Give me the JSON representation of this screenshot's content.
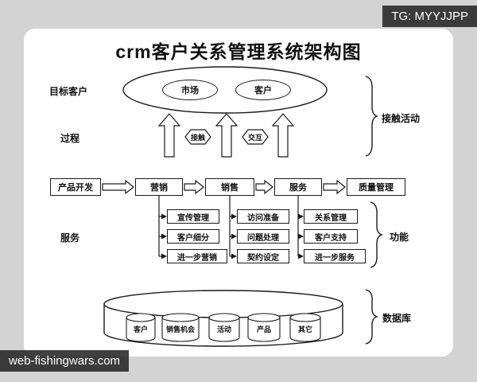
{
  "watermarks": {
    "top_right": "TG: MYYJJPP",
    "bottom_left": "web-fishingwars.com"
  },
  "diagram": {
    "title": "crm客户关系管理系统架构图",
    "side_labels": {
      "target_customers": "目标客户",
      "process": "过程",
      "services": "服务"
    },
    "bracket_labels": {
      "contact_activities": "接触活动",
      "functions": "功能",
      "database": "数据库"
    },
    "top_group": {
      "market": "市场",
      "customer": "客户"
    },
    "process_hexagons": {
      "left": "接触",
      "right": "交互"
    },
    "flow": {
      "product_dev": "产品开发",
      "marketing": "营销",
      "sales": "销售",
      "service": "服务",
      "quality": "质量管理"
    },
    "function_columns": {
      "marketing": [
        "宣传管理",
        "客户细分",
        "进一步营销"
      ],
      "sales": [
        "访问准备",
        "问题处理",
        "契约设定"
      ],
      "service": [
        "关系管理",
        "客户支持",
        "进一步服务"
      ]
    },
    "database_items": [
      "客户",
      "销售机会",
      "活动",
      "产品",
      "其它"
    ]
  }
}
